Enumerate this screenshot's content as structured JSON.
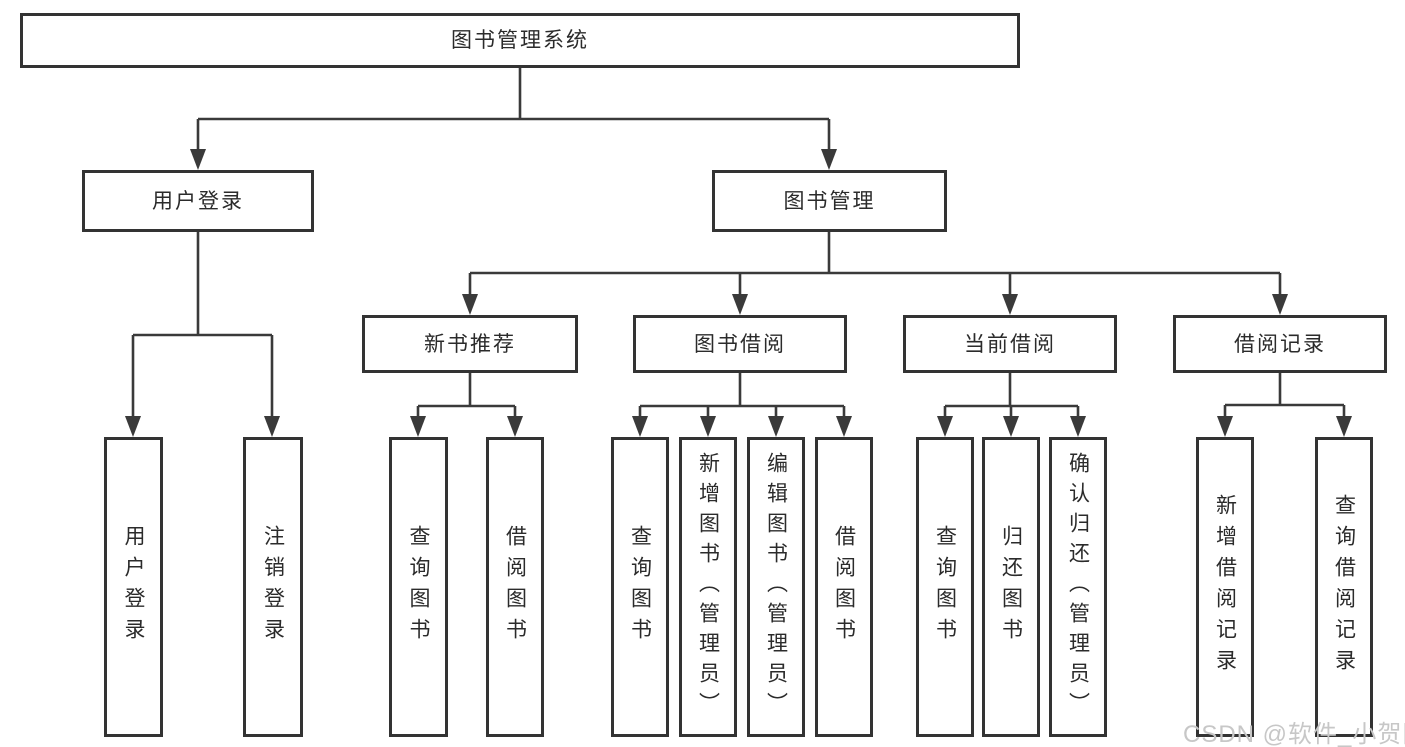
{
  "colors": {
    "background": "#ffffff",
    "box_border": "#333333",
    "line": "#3a3a3a",
    "text": "#2b2b2b",
    "watermark": "#c7c7c7"
  },
  "watermark": {
    "text": "CSDN @软件_小贺同学"
  },
  "tree": {
    "root": {
      "label": "图书管理系统"
    },
    "children": [
      {
        "label": "用户登录",
        "children": [
          {
            "label": "用户登录"
          },
          {
            "label": "注销登录"
          }
        ]
      },
      {
        "label": "图书管理",
        "children": [
          {
            "label": "新书推荐",
            "children": [
              {
                "label": "查询图书"
              },
              {
                "label": "借阅图书"
              }
            ]
          },
          {
            "label": "图书借阅",
            "children": [
              {
                "label": "查询图书"
              },
              {
                "label": "新增图书（管理员）"
              },
              {
                "label": "编辑图书（管理员）"
              },
              {
                "label": "借阅图书"
              }
            ]
          },
          {
            "label": "当前借阅",
            "children": [
              {
                "label": "查询图书"
              },
              {
                "label": "归还图书"
              },
              {
                "label": "确认归还（管理员）"
              }
            ]
          },
          {
            "label": "借阅记录",
            "children": [
              {
                "label": "新增借阅记录"
              },
              {
                "label": "查询借阅记录"
              }
            ]
          }
        ]
      }
    ]
  }
}
